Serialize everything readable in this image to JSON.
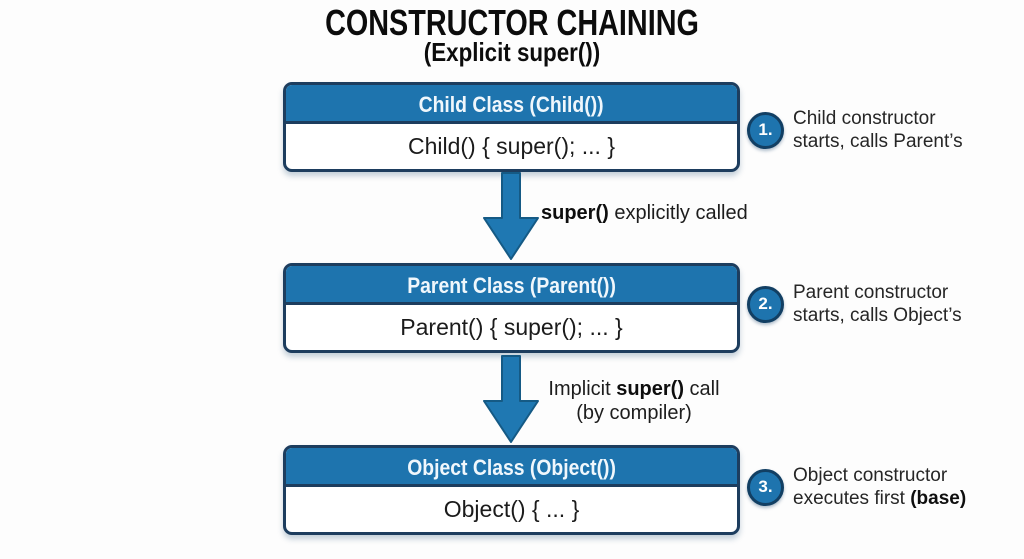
{
  "title": "CONSTRUCTOR CHAINING",
  "subtitle": "(Explicit super())",
  "colors": {
    "accent_blue": "#1e74ae",
    "border_navy": "#1d3d5e",
    "badge_border": "#123f63",
    "header_text": "#f0f7fc",
    "body_text": "#1b1b1b",
    "background": "#fdfdfd"
  },
  "boxes": [
    {
      "header": "Child Class (Child())",
      "body": "Child() { super(); ... }"
    },
    {
      "header": "Parent Class (Parent())",
      "body": "Parent() { super(); ... }"
    },
    {
      "header": "Object Class (Object())",
      "body": "Object() { ... }"
    }
  ],
  "arrows": [
    {
      "bold": "super()",
      "rest": " explicitly called"
    },
    {
      "line1_pre": "Implicit ",
      "line1_bold": "super()",
      "line1_post": " call",
      "line2": "(by compiler)"
    }
  ],
  "steps": [
    {
      "number": "1.",
      "line1": "Child constructor",
      "line2": "starts, calls Parent’s"
    },
    {
      "number": "2.",
      "line1": "Parent constructor",
      "line2": "starts, calls Object’s"
    },
    {
      "number": "3.",
      "line1": "Object constructor",
      "line2_pre": "executes first ",
      "line2_bold": "(base)"
    }
  ]
}
